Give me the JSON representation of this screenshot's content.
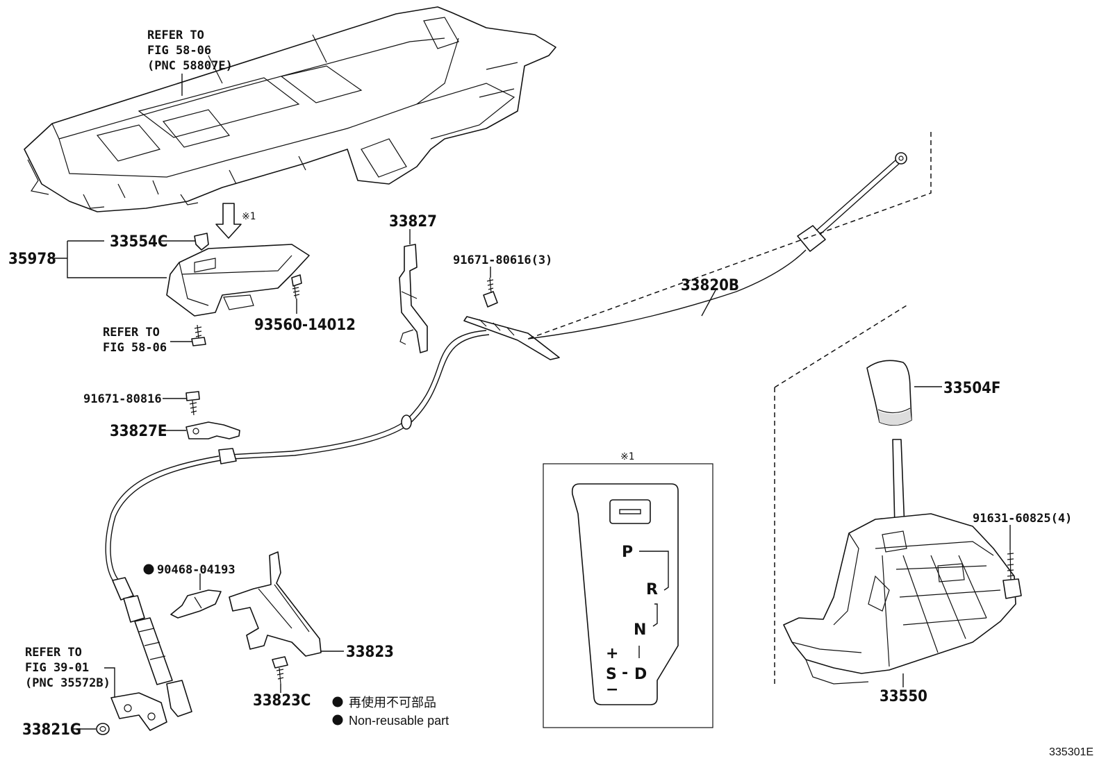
{
  "diagram": {
    "labels": {
      "refer_console_1": "REFER TO",
      "refer_console_2": "FIG 58-06",
      "refer_console_3": "(PNC 58807E)",
      "note_mark_1": "※1",
      "p33554c": "33554C",
      "p35978": "35978",
      "refer_screw_1": "REFER TO",
      "refer_screw_2": "FIG 58-06",
      "p93560": "93560-14012",
      "p33827": "33827",
      "p91671_80616": "91671-80616(3)",
      "p33820b": "33820B",
      "p91671_80816": "91671-80816",
      "p33827e": "33827E",
      "p90468": "90468-04193",
      "p33823": "33823",
      "p33823c": "33823C",
      "refer_clip_1": "REFER TO",
      "refer_clip_2": "FIG 39-01",
      "refer_clip_3": "(PNC 35572B)",
      "p33821g": "33821G",
      "p33504f": "33504F",
      "p91631": "91631-60825(4)",
      "p33550": "33550",
      "inset_mark": "※1"
    },
    "gate": {
      "p": "P",
      "r": "R",
      "n": "N",
      "plus": "+",
      "s": "S",
      "dash": "-",
      "d": "D",
      "minus": "−"
    },
    "legend": {
      "jp": "再使用不可部品",
      "en": "Non-reusable part"
    },
    "figure_id": "335301E"
  }
}
